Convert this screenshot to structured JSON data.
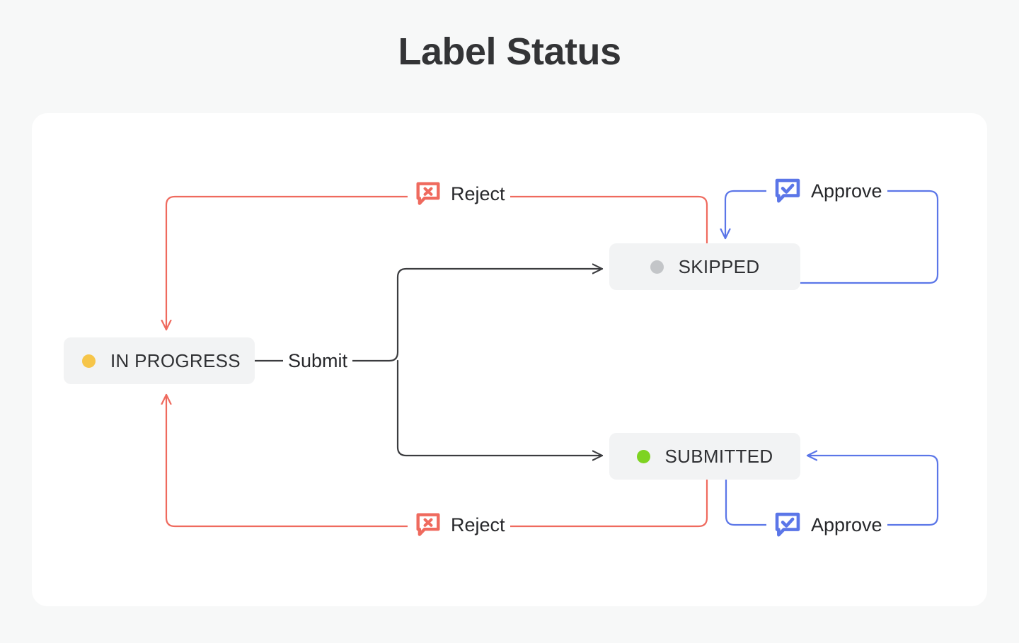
{
  "page": {
    "title": "Label Status",
    "background_color": "#f7f8f8",
    "card_color": "#ffffff"
  },
  "nodes": [
    {
      "id": "in-progress",
      "label": "IN PROGRESS",
      "dot_color": "#f6c549",
      "dot_name": "status-dot-yellow",
      "bg_color": "#f2f3f4"
    },
    {
      "id": "skipped",
      "label": "SKIPPED",
      "dot_color": "#c3c5c8",
      "dot_name": "status-dot-gray",
      "bg_color": "#f2f3f4"
    },
    {
      "id": "submitted",
      "label": "SUBMITTED",
      "dot_color": "#7ed321",
      "dot_name": "status-dot-green",
      "bg_color": "#f2f3f4"
    }
  ],
  "edges": {
    "submit": {
      "label": "Submit",
      "color": "#2f3033",
      "icon": "none"
    },
    "reject_top": {
      "label": "Reject",
      "color": "#ef6a5e",
      "icon": "reject-bubble-icon"
    },
    "reject_bottom": {
      "label": "Reject",
      "color": "#ef6a5e",
      "icon": "reject-bubble-icon"
    },
    "approve_top": {
      "label": "Approve",
      "color": "#5b76e8",
      "icon": "approve-bubble-icon"
    },
    "approve_bottom": {
      "label": "Approve",
      "color": "#5b76e8",
      "icon": "approve-bubble-icon"
    }
  },
  "colors": {
    "line_default": "#3b3c3f",
    "line_reject": "#ef6a5e",
    "line_approve": "#5b76e8",
    "text_primary": "#2f3033",
    "title": "#333436"
  }
}
